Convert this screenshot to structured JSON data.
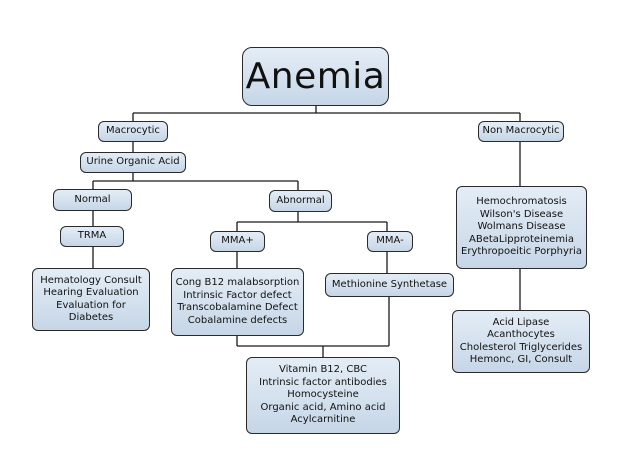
{
  "diagram": {
    "root": {
      "lines": [
        "Anemia"
      ]
    },
    "macrocytic": {
      "lines": [
        "Macrocytic"
      ]
    },
    "non_macrocytic": {
      "lines": [
        "Non Macrocytic"
      ]
    },
    "urine_organic_acid": {
      "lines": [
        "Urine Organic Acid"
      ]
    },
    "normal": {
      "lines": [
        "Normal"
      ]
    },
    "abnormal": {
      "lines": [
        "Abnormal"
      ]
    },
    "trma": {
      "lines": [
        "TRMA"
      ]
    },
    "trma_workup": {
      "lines": [
        "Hematology Consult",
        "Hearing Evaluation",
        "Evaluation for",
        "Diabetes"
      ]
    },
    "mma_plus": {
      "lines": [
        "MMA+"
      ]
    },
    "mma_minus": {
      "lines": [
        "MMA-"
      ]
    },
    "b12_defects": {
      "lines": [
        "Cong B12 malabsorption",
        "Intrinsic Factor defect",
        "Transcobalamine Defect",
        "Cobalamine defects"
      ]
    },
    "methionine_synthetase": {
      "lines": [
        "Methionine Synthetase"
      ]
    },
    "labs": {
      "lines": [
        "Vitamin B12, CBC",
        "Intrinsic factor antibodies",
        "Homocysteine",
        "Organic acid, Amino acid",
        "Acylcarnitine"
      ]
    },
    "non_macro_conditions": {
      "lines": [
        "Hemochromatosis",
        "Wilson's Disease",
        "Wolmans Disease",
        "ABetaLipproteinemia",
        "Erythropoeitic Porphyria"
      ]
    },
    "non_macro_workup": {
      "lines": [
        "Acid Lipase",
        "Acanthocytes",
        "Cholesterol Triglycerides",
        "Hemonc, GI, Consult"
      ]
    }
  }
}
